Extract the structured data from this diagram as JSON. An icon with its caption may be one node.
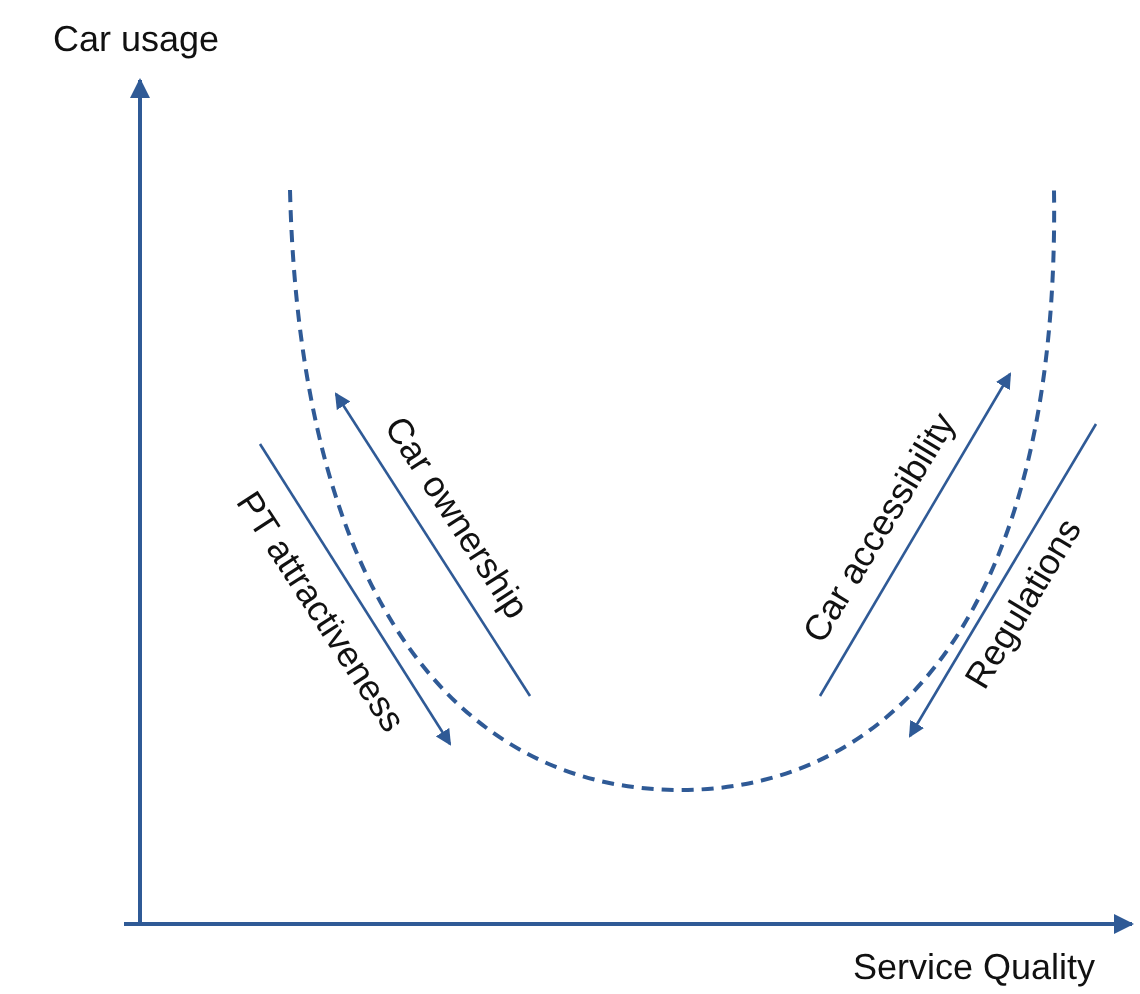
{
  "diagram": {
    "labels": [
      "Car usage",
      "Car ownership",
      "PT attractiveness",
      "Car accessibility",
      "Regulations",
      "Service Quality"
    ]
  }
}
